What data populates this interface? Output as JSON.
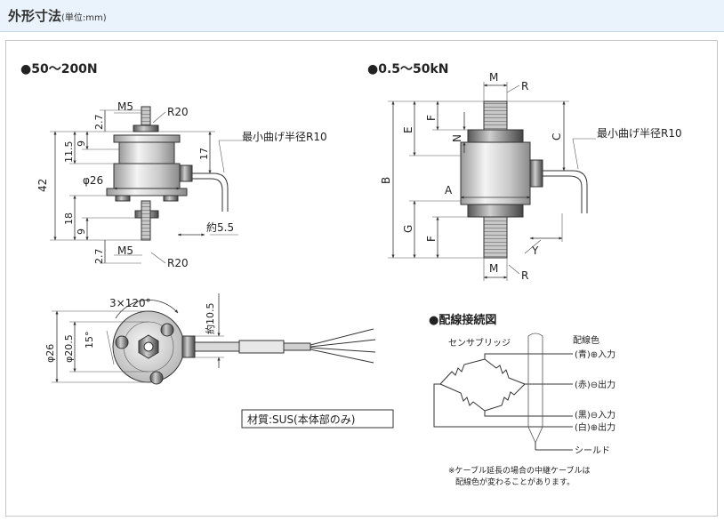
{
  "header": {
    "title": "外形寸法",
    "unit": "(単位:mm)"
  },
  "left_view": {
    "heading": "●50〜200N",
    "labels": {
      "m5_top": "M5",
      "r20_top": "R20",
      "bend_radius": "最小曲げ半径R10",
      "dim_2_7_top": "2.7",
      "dim_11_5": "11.5",
      "dim_9_top": "9",
      "dim_17": "17",
      "dim_42": "42",
      "phi26": "φ26",
      "dim_18": "18",
      "dim_9_bot": "9",
      "dim_5_5": "約5.5",
      "dim_2_7_bot": "2.7",
      "m5_bot": "M5",
      "r20_bot": "R20"
    }
  },
  "right_view": {
    "heading": "●0.5〜50kN",
    "labels": {
      "m_top": "M",
      "r_top": "R",
      "e": "E",
      "f_top": "F",
      "n": "N",
      "c": "C",
      "bend_radius": "最小曲げ半径R10",
      "b": "B",
      "a": "A",
      "g": "G",
      "f_bot": "F",
      "y": "Y",
      "m_bot": "M",
      "r_bot": "R"
    }
  },
  "bottom_view": {
    "labels": {
      "angle": "3×120°",
      "dim_10_5": "約10.5",
      "phi26": "φ26",
      "phi20_5": "φ20.5",
      "deg15": "15°"
    },
    "material": "材質:SUS(本体部のみ)"
  },
  "wiring": {
    "heading": "●配線接続図",
    "bridge_label": "センサブリッジ",
    "color_header": "配線色",
    "wires": [
      "(青)⊕入力",
      "(赤)⊖出力",
      "(黒)⊖入力",
      "(白)⊕出力"
    ],
    "shield": "シールド",
    "note_line1": "※ケーブル延長の場合の中継ケーブルは",
    "note_line2": "配線色が変わることがあります。"
  },
  "colors": {
    "header_bg": "#eaf3fb",
    "line": "#333333"
  }
}
